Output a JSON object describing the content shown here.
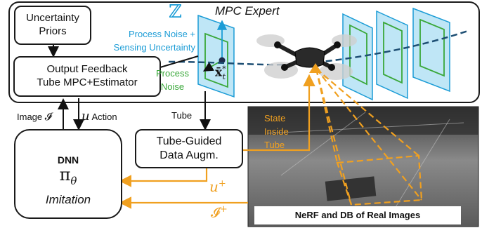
{
  "expert_panel": {
    "symbol": "ℤ",
    "title": "MPC Expert"
  },
  "boxes": {
    "uncertainty_priors": [
      "Uncertainty",
      "Priors"
    ],
    "output_feedback": [
      "Output Feedback",
      "Tube MPC+Estimator"
    ],
    "tube_guided": [
      "Tube-Guided",
      "Data Augm."
    ],
    "policy": {
      "dnn": "DNN",
      "pi": "π",
      "theta": "θ",
      "caption": "Imitation"
    }
  },
  "labels": {
    "process_noise_sensing": [
      "Process Noise +",
      "Sensing Uncertainty"
    ],
    "process_noise": [
      "Process",
      "Noise"
    ],
    "state_symbol": "x̄",
    "state_sup": "*",
    "state_sub": "t",
    "image_label": "Image",
    "image_symbol": "𝓘",
    "action_symbol": "u",
    "action_label": "Action",
    "tube": "Tube",
    "state_inside_tube": [
      "State",
      "Inside",
      "Tube"
    ],
    "u_plus": "u",
    "plus": "+",
    "i_plus": "𝓘",
    "nerf_caption": "NeRF and DB of Real Images"
  },
  "colors": {
    "green": "#3aa83a",
    "cyan": "#1b9cd6",
    "orange": "#f0a020",
    "tube_fill": "#bfe6f6",
    "dark_line": "#1d4e73"
  }
}
